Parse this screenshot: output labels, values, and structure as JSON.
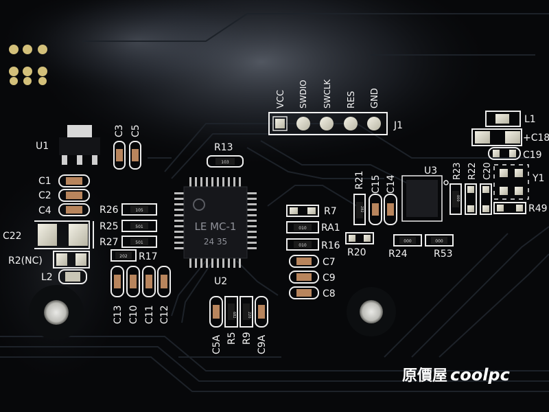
{
  "connector": {
    "label": "J1",
    "pins": [
      "VCC",
      "SWDIO",
      "SWCLK",
      "RES",
      "GND"
    ]
  },
  "chips": {
    "mcu_label": "U2",
    "mcu_marking_line1": "LE MC-1",
    "mcu_marking_line2": "24 35",
    "regulator_label": "U1",
    "sensor_label": "U3"
  },
  "labels": {
    "C3": "C3",
    "C5": "C5",
    "C1": "C1",
    "C2": "C2",
    "C4": "C4",
    "C22": "C22",
    "R2NC": "R2(NC)",
    "L2": "L2",
    "R13": "R13",
    "R26": "R26",
    "R25": "R25",
    "R27": "R27",
    "R17": "R17",
    "C13": "C13",
    "C10": "C10",
    "C11": "C11",
    "C12": "C12",
    "C5A": "C5A",
    "R5": "R5",
    "R9": "R9",
    "C9A": "C9A",
    "R7": "R7",
    "RA1": "RA1",
    "R16": "R16",
    "C7": "C7",
    "C9": "C9",
    "C8": "C8",
    "R21": "R21",
    "C15": "C15",
    "C14": "C14",
    "R20": "R20",
    "R24": "R24",
    "R53": "R53",
    "R23": "R23",
    "R22": "R22",
    "C20": "C20",
    "L1": "L1",
    "C18": "+C18",
    "C19": "C19",
    "Y1": "Y1",
    "R49": "R49"
  },
  "resistor_codes": {
    "R13": "103",
    "R26": "105",
    "R25": "501",
    "R27": "501",
    "R17": "202",
    "R7": "",
    "RA1": "010",
    "R16": "010",
    "R5": "682",
    "R9": "220",
    "R21": "282",
    "R24": "000",
    "R53": "000",
    "R23": "000"
  },
  "watermark": {
    "text": "原價屋",
    "brand": "coolpc"
  }
}
